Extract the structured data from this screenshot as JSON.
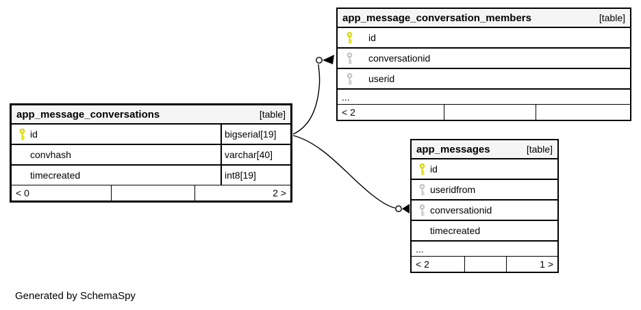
{
  "colors": {
    "background": "#ffffff",
    "header_bg": "#f5f5f5",
    "border": "#000000",
    "primary_key": "#d9d900",
    "foreign_key": "#c4c4c4"
  },
  "generator_note": "Generated by SchemaSpy",
  "tables": [
    {
      "name": "app_message_conversation_members",
      "tag": "[table]",
      "columns": [
        {
          "name": "id",
          "key": "primary"
        },
        {
          "name": "conversationid",
          "key": "foreign"
        },
        {
          "name": "userid",
          "key": "foreign"
        }
      ],
      "ellipsis": "...",
      "footer": [
        "< 2",
        "",
        ""
      ]
    },
    {
      "name": "app_message_conversations",
      "tag": "[table]",
      "columns": [
        {
          "name": "id",
          "type": "bigserial[19]",
          "key": "primary"
        },
        {
          "name": "convhash",
          "type": "varchar[40]",
          "key": "none"
        },
        {
          "name": "timecreated",
          "type": "int8[19]",
          "key": "none"
        }
      ],
      "footer": [
        "< 0",
        "",
        "2 >"
      ]
    },
    {
      "name": "app_messages",
      "tag": "[table]",
      "columns": [
        {
          "name": "id",
          "key": "primary"
        },
        {
          "name": "useridfrom",
          "key": "foreign"
        },
        {
          "name": "conversationid",
          "key": "foreign"
        },
        {
          "name": "timecreated",
          "key": "none"
        }
      ],
      "ellipsis": "...",
      "footer": [
        "< 2",
        "",
        "1 >"
      ]
    }
  ],
  "relationships": [
    {
      "from": "app_message_conversations.id",
      "to": "app_message_conversation_members.conversationid"
    },
    {
      "from": "app_message_conversations.id",
      "to": "app_messages.conversationid"
    }
  ]
}
